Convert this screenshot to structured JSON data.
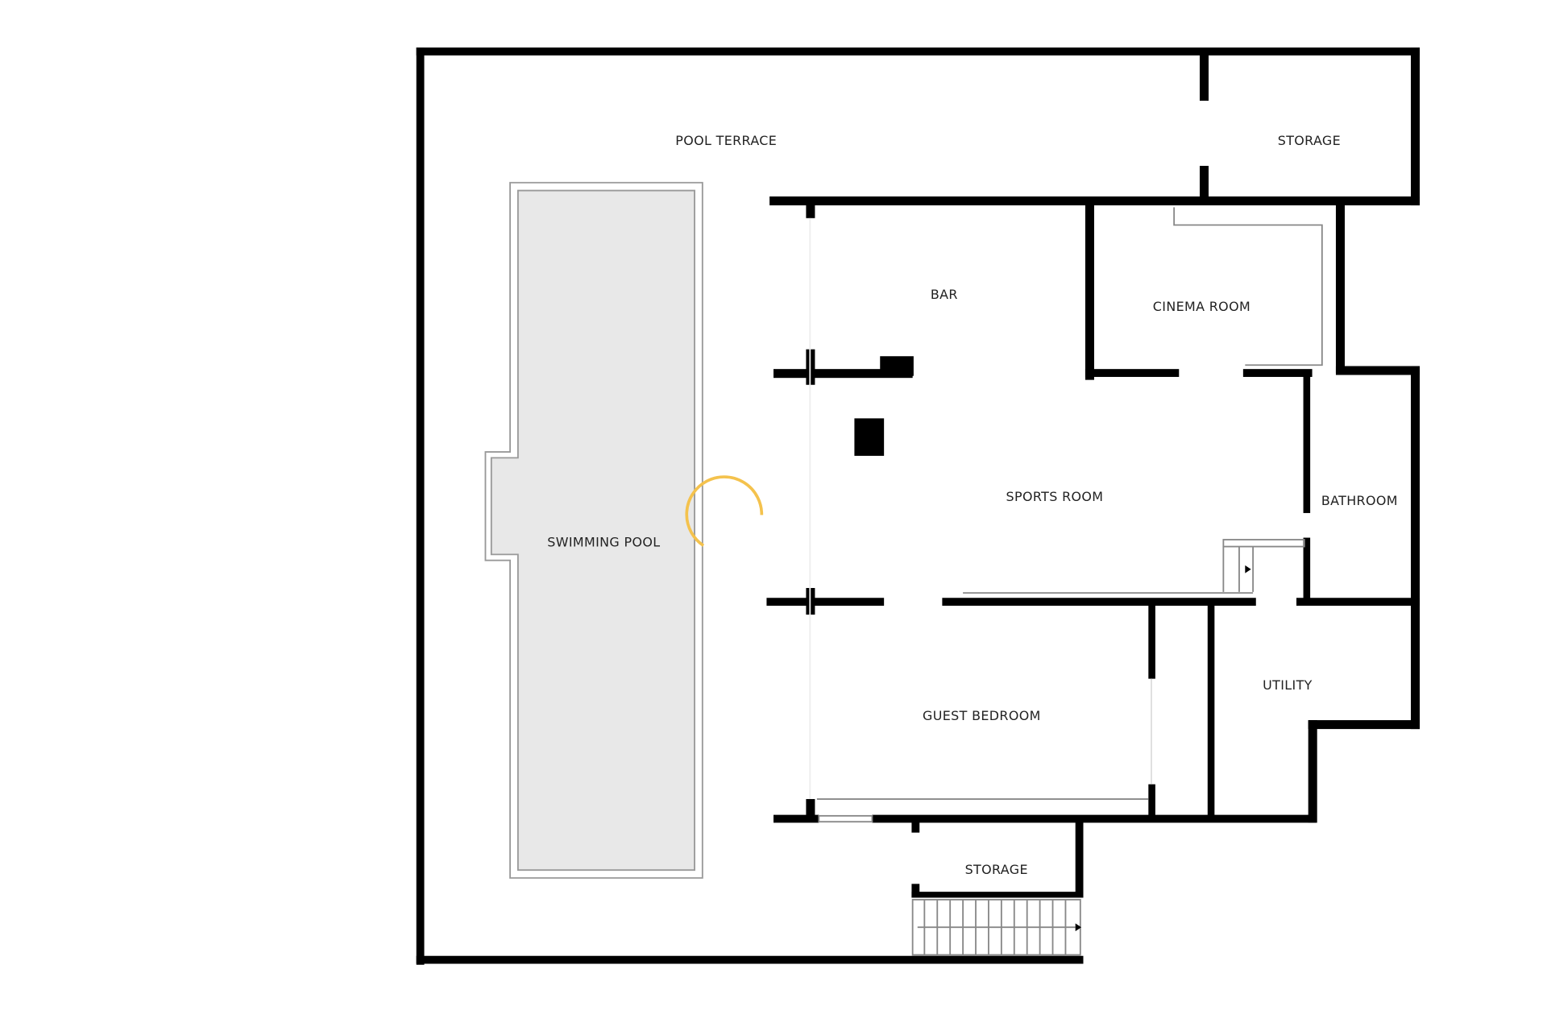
{
  "rooms": {
    "pool_terrace": "POOL TERRACE",
    "storage_top": "STORAGE",
    "bar": "BAR",
    "cinema_room": "CINEMA ROOM",
    "sports_room": "SPORTS ROOM",
    "bathroom": "BATHROOM",
    "swimming_pool": "SWIMMING POOL",
    "utility": "UTILITY",
    "guest_bedroom": "GUEST BEDROOM",
    "storage_bottom": "STORAGE"
  },
  "colors": {
    "wall": "#000000",
    "pool": "#e8e8e8",
    "cursor": "#f4c24d"
  }
}
